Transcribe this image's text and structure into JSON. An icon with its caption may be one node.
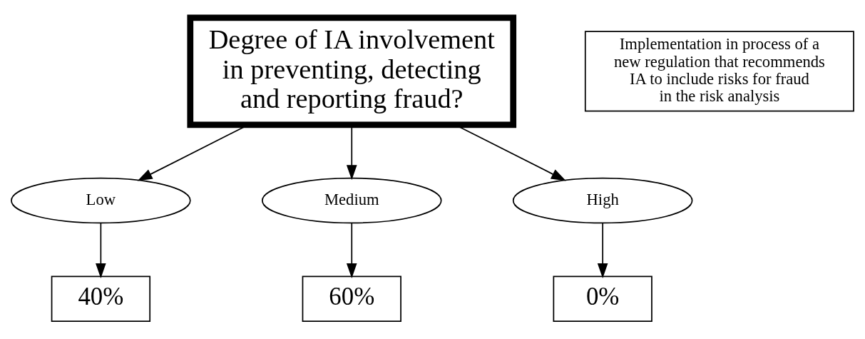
{
  "diagram": {
    "nodes": [
      {
        "text": [
          "Degree of IA involvement in preventing, detecting and reporting fraud?"
        ]
      },
      {
        "text": [
          "Implementation in process of a new regulation that recommends IA to include risks for fraud in the risk analysis"
        ]
      },
      {
        "text": [
          "Low"
        ]
      },
      {
        "text": [
          "Medium"
        ]
      },
      {
        "text": [
          "High"
        ]
      },
      {
        "text": [
          "40%"
        ]
      },
      {
        "text": [
          "60%"
        ]
      },
      {
        "text": [
          "0%"
        ]
      }
    ],
    "edges": [
      {
        "from": 0,
        "to": 2,
        "arrow": "to"
      },
      {
        "from": 0,
        "to": 3,
        "arrow": "to"
      },
      {
        "from": 0,
        "to": 4,
        "arrow": "to"
      },
      {
        "from": 2,
        "to": 5,
        "arrow": "to"
      },
      {
        "from": 3,
        "to": 6,
        "arrow": "to"
      },
      {
        "from": 4,
        "to": 7,
        "arrow": "to"
      }
    ]
  }
}
